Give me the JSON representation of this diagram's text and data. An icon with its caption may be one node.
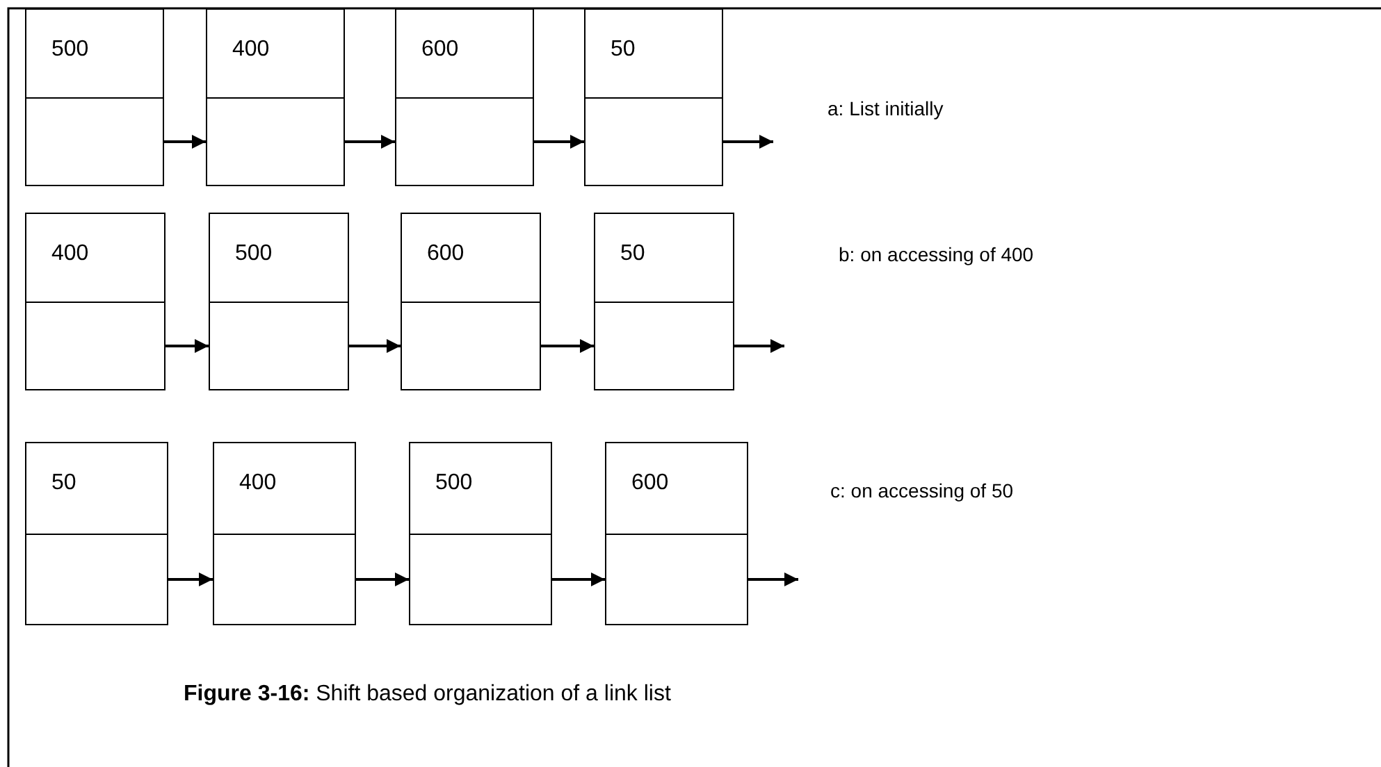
{
  "diagram": {
    "caption": "**Figure 3-16:** Shift based organization of a link list",
    "nodes": [
      {
        "text": [
          "500"
        ]
      },
      {
        "text": [
          "400"
        ]
      },
      {
        "text": [
          "600"
        ]
      },
      {
        "text": [
          "50"
        ]
      },
      {
        "text": [
          "400"
        ]
      },
      {
        "text": [
          "500"
        ]
      },
      {
        "text": [
          "600"
        ]
      },
      {
        "text": [
          "50"
        ]
      },
      {
        "text": [
          "50"
        ]
      },
      {
        "text": [
          "400"
        ]
      },
      {
        "text": [
          "500"
        ]
      },
      {
        "text": [
          "600"
        ]
      }
    ],
    "edges": [
      {
        "from": 0,
        "to": 1,
        "arrow": "to"
      },
      {
        "from": 1,
        "to": 2,
        "arrow": "to"
      },
      {
        "from": 2,
        "to": 3,
        "arrow": "to"
      },
      {
        "from": 3,
        "to": null,
        "arrow": "to"
      },
      {
        "from": 4,
        "to": 5,
        "arrow": "to"
      },
      {
        "from": 5,
        "to": 6,
        "arrow": "to"
      },
      {
        "from": 6,
        "to": 7,
        "arrow": "to"
      },
      {
        "from": 7,
        "to": null,
        "arrow": "to"
      },
      {
        "from": 8,
        "to": 9,
        "arrow": "to"
      },
      {
        "from": 9,
        "to": 10,
        "arrow": "to"
      },
      {
        "from": 10,
        "to": 11,
        "arrow": "to"
      },
      {
        "from": 11,
        "to": null,
        "arrow": "to"
      }
    ],
    "labels": [
      "a: List initially",
      "b: on accessing of 400",
      "c: on accessing of 50"
    ]
  }
}
